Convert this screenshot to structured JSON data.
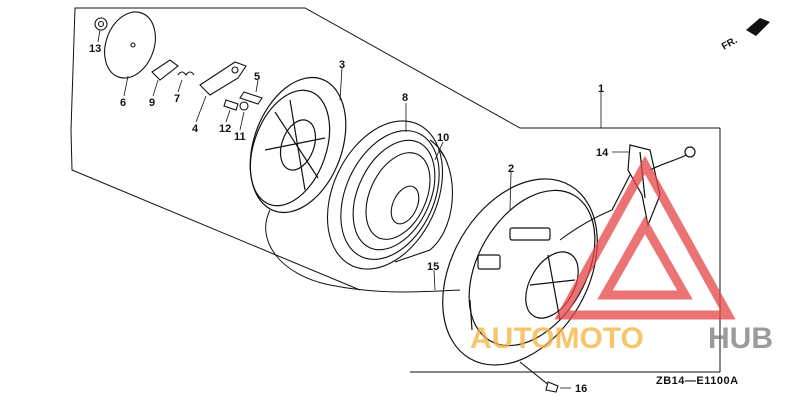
{
  "diagram": {
    "drawing_code": "ZB14—E1100A",
    "direction_label": "FR.",
    "callouts": {
      "c1": "1",
      "c2": "2",
      "c3": "3",
      "c4": "4",
      "c5": "5",
      "c6": "6",
      "c7": "7",
      "c8": "8",
      "c9": "9",
      "c10": "10",
      "c11": "11",
      "c12": "12",
      "c13": "13",
      "c14": "14",
      "c15": "15",
      "c16": "16"
    }
  },
  "watermark": {
    "text_part1": "AUTOMOTO",
    "text_part2": "HUB",
    "color_part1": "#f5b23a",
    "color_part2": "#7a7a7a",
    "triangle_color": "#e64545"
  },
  "colors": {
    "line": "#111111",
    "background": "#ffffff"
  }
}
